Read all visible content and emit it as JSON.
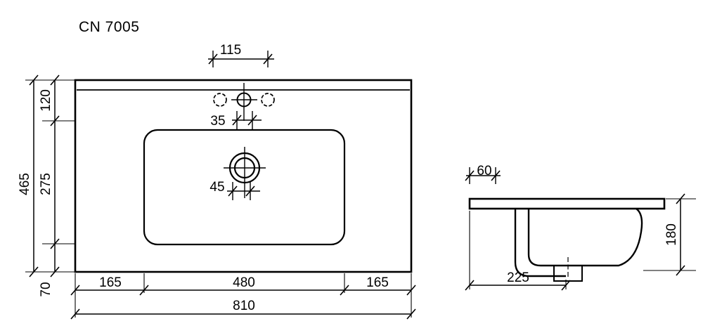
{
  "drawing": {
    "title": "CN 7005",
    "product_type": "washbasin-technical-drawing",
    "units": "mm",
    "line_color": "#000000",
    "background_color": "#ffffff",
    "views": {
      "top": {
        "name": "top-view",
        "dimensions": {
          "hole_spacing_top": "115",
          "hole_offset": "35",
          "drain_offset": "45",
          "left_chain_upper": "120",
          "left_chain_middle": "275",
          "left_chain_lower": "70",
          "left_overall": "465",
          "bottom_chain_left": "165",
          "bottom_chain_center": "480",
          "bottom_chain_right": "165",
          "bottom_overall": "810"
        },
        "features": {
          "tap_hole_center": "tap-hole-center",
          "tap_hole_left": "tap-hole-left-optional",
          "tap_hole_right": "tap-hole-right-optional",
          "drain": "drain-outlet"
        }
      },
      "side": {
        "name": "side-view",
        "dimensions": {
          "top_slab_thickness": "60",
          "basin_depth": "180",
          "basin_width_bottom": "225"
        },
        "features": {
          "counter_slab": "counter-top-slab",
          "bowl_profile": "bowl-profile",
          "waste_box": "waste-outlet-box"
        }
      }
    }
  }
}
